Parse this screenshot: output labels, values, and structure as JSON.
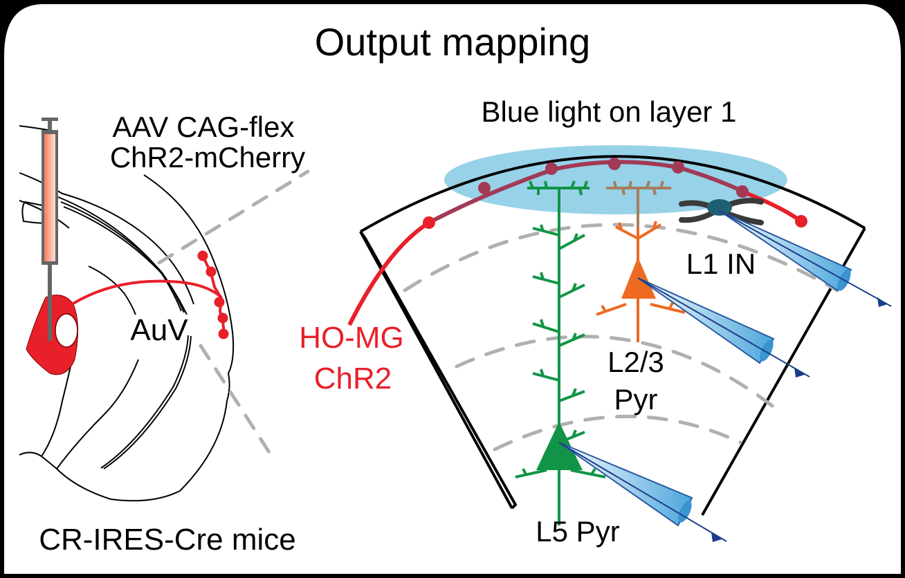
{
  "title": "Output mapping",
  "left_panel": {
    "virus_line1": "AAV CAG-flex",
    "virus_line2": "ChR2-mCherry",
    "region_label": "AuV",
    "mouse_label": "CR-IRES-Cre mice"
  },
  "right_panel": {
    "light_label": "Blue light on layer 1",
    "input_label_line1": "HO-MG",
    "input_label_line2": "ChR2",
    "cells": [
      {
        "label_line1": "L1 IN",
        "label_line2": ""
      },
      {
        "label_line1": "L2/3",
        "label_line2": "Pyr"
      },
      {
        "label_line1": "L5 Pyr",
        "label_line2": ""
      }
    ]
  },
  "colors": {
    "chr2_red": "#e8202a",
    "blue_light": "#8ccde6",
    "l5_green": "#119447",
    "l23_orange": "#ee6a22",
    "l23_tuft_brown": "#a77d5c",
    "l1_in_teal": "#1e5f74",
    "pipette_blue": "#3a94d0",
    "dashed_gray": "#b0b0b0",
    "syringe_fill": "#f0967a"
  }
}
